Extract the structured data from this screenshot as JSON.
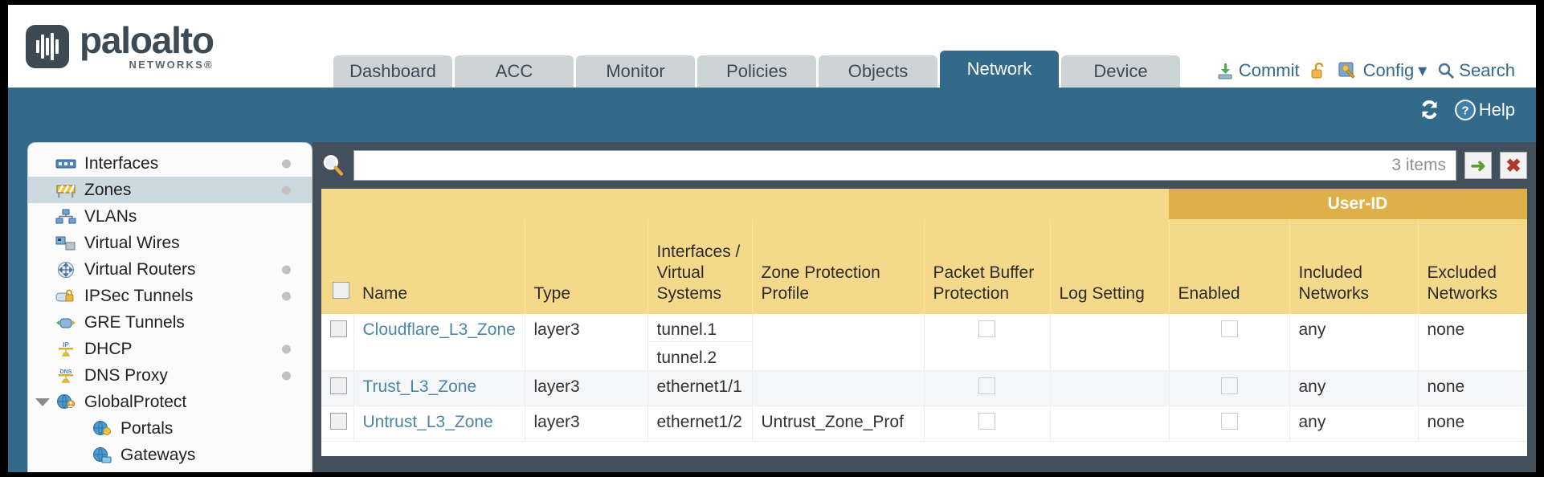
{
  "brand": {
    "name": "paloalto",
    "sub": "NETWORKS®"
  },
  "nav": {
    "tabs": [
      {
        "label": "Dashboard",
        "active": false
      },
      {
        "label": "ACC",
        "active": false
      },
      {
        "label": "Monitor",
        "active": false
      },
      {
        "label": "Policies",
        "active": false
      },
      {
        "label": "Objects",
        "active": false
      },
      {
        "label": "Network",
        "active": true
      },
      {
        "label": "Device",
        "active": false
      }
    ]
  },
  "header_actions": {
    "commit": "Commit",
    "config": "Config",
    "search": "Search",
    "lock_icon": "unlock-padlock-icon",
    "commit_icon": "commit-save-icon",
    "config_icon": "config-key-icon",
    "search_icon": "search-magnifier-icon",
    "dropdown_caret": "▾"
  },
  "subbar": {
    "refresh_icon": "refresh-icon",
    "help": "Help",
    "help_icon": "help-question-icon"
  },
  "sidebar": {
    "items": [
      {
        "label": "Interfaces",
        "icon": "interfaces-icon",
        "dot": true,
        "child": false,
        "selected": false,
        "caret": false
      },
      {
        "label": "Zones",
        "icon": "zones-barrier-icon",
        "dot": true,
        "child": false,
        "selected": true,
        "caret": false
      },
      {
        "label": "VLANs",
        "icon": "vlans-icon",
        "dot": false,
        "child": false,
        "selected": false,
        "caret": false
      },
      {
        "label": "Virtual Wires",
        "icon": "virtual-wires-icon",
        "dot": false,
        "child": false,
        "selected": false,
        "caret": false
      },
      {
        "label": "Virtual Routers",
        "icon": "virtual-routers-icon",
        "dot": true,
        "child": false,
        "selected": false,
        "caret": false
      },
      {
        "label": "IPSec Tunnels",
        "icon": "ipsec-tunnels-icon",
        "dot": true,
        "child": false,
        "selected": false,
        "caret": false
      },
      {
        "label": "GRE Tunnels",
        "icon": "gre-tunnels-icon",
        "dot": false,
        "child": false,
        "selected": false,
        "caret": false
      },
      {
        "label": "DHCP",
        "icon": "dhcp-icon",
        "dot": true,
        "child": false,
        "selected": false,
        "caret": false
      },
      {
        "label": "DNS Proxy",
        "icon": "dns-proxy-icon",
        "dot": true,
        "child": false,
        "selected": false,
        "caret": false
      },
      {
        "label": "GlobalProtect",
        "icon": "globalprotect-icon",
        "dot": false,
        "child": false,
        "selected": false,
        "caret": true
      },
      {
        "label": "Portals",
        "icon": "portals-icon",
        "dot": false,
        "child": true,
        "selected": false,
        "caret": false
      },
      {
        "label": "Gateways",
        "icon": "gateways-icon",
        "dot": false,
        "child": true,
        "selected": false,
        "caret": false
      }
    ]
  },
  "filter": {
    "value": "",
    "placeholder": "",
    "item_count": "3 items",
    "apply_label": "➜",
    "clear_label": "✖",
    "search_icon": "search-magnifier-icon"
  },
  "table": {
    "group_header": "User-ID",
    "columns": [
      "Name",
      "Type",
      "Interfaces / Virtual Systems",
      "Zone Protection Profile",
      "Packet Buffer Protection",
      "Log Setting",
      "Enabled",
      "Included Networks",
      "Excluded Networks"
    ],
    "rows": [
      {
        "name": "Cloudflare_L3_Zone",
        "type": "layer3",
        "interfaces": [
          "tunnel.1",
          "tunnel.2"
        ],
        "zone_protection_profile": "",
        "packet_buffer_protection": false,
        "log_setting": "",
        "enabled": false,
        "included_networks": "any",
        "excluded_networks": "none"
      },
      {
        "name": "Trust_L3_Zone",
        "type": "layer3",
        "interfaces": [
          "ethernet1/1"
        ],
        "zone_protection_profile": "",
        "packet_buffer_protection": false,
        "log_setting": "",
        "enabled": false,
        "included_networks": "any",
        "excluded_networks": "none"
      },
      {
        "name": "Untrust_L3_Zone",
        "type": "layer3",
        "interfaces": [
          "ethernet1/2"
        ],
        "zone_protection_profile": "Untrust_Zone_Prof",
        "packet_buffer_protection": false,
        "log_setting": "",
        "enabled": false,
        "included_networks": "any",
        "excluded_networks": "none"
      }
    ]
  },
  "colors": {
    "page_bg": "#336a8a",
    "header_bg": "#ffffff",
    "tab_inactive": "#ccd4d6",
    "tab_active": "#336a8a",
    "panel_bg": "#434f5a",
    "table_header": "#f5d98b",
    "group_header": "#ddb048",
    "link": "#4a86a8"
  }
}
